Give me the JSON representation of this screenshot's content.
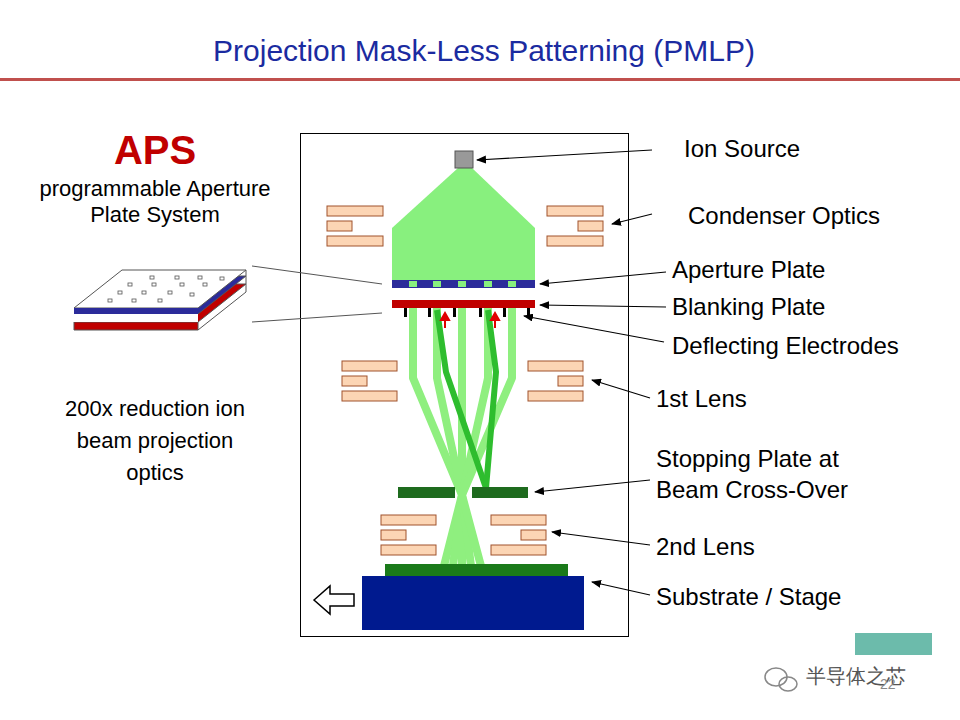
{
  "diagram": {
    "title": "Projection Mask-Less Patterning (PMLP)",
    "labels": [
      "APS",
      "programmable Aperture Plate System",
      "200x reduction ion beam projection optics",
      "Ion Source",
      "Condenser Optics",
      "Aperture Plate",
      "Blanking Plate",
      "Deflecting Electrodes",
      "1st Lens",
      "Stopping Plate at Beam Cross-Over",
      "2nd Lens",
      "Substrate / Stage",
      "半导体之芯",
      "22"
    ]
  }
}
